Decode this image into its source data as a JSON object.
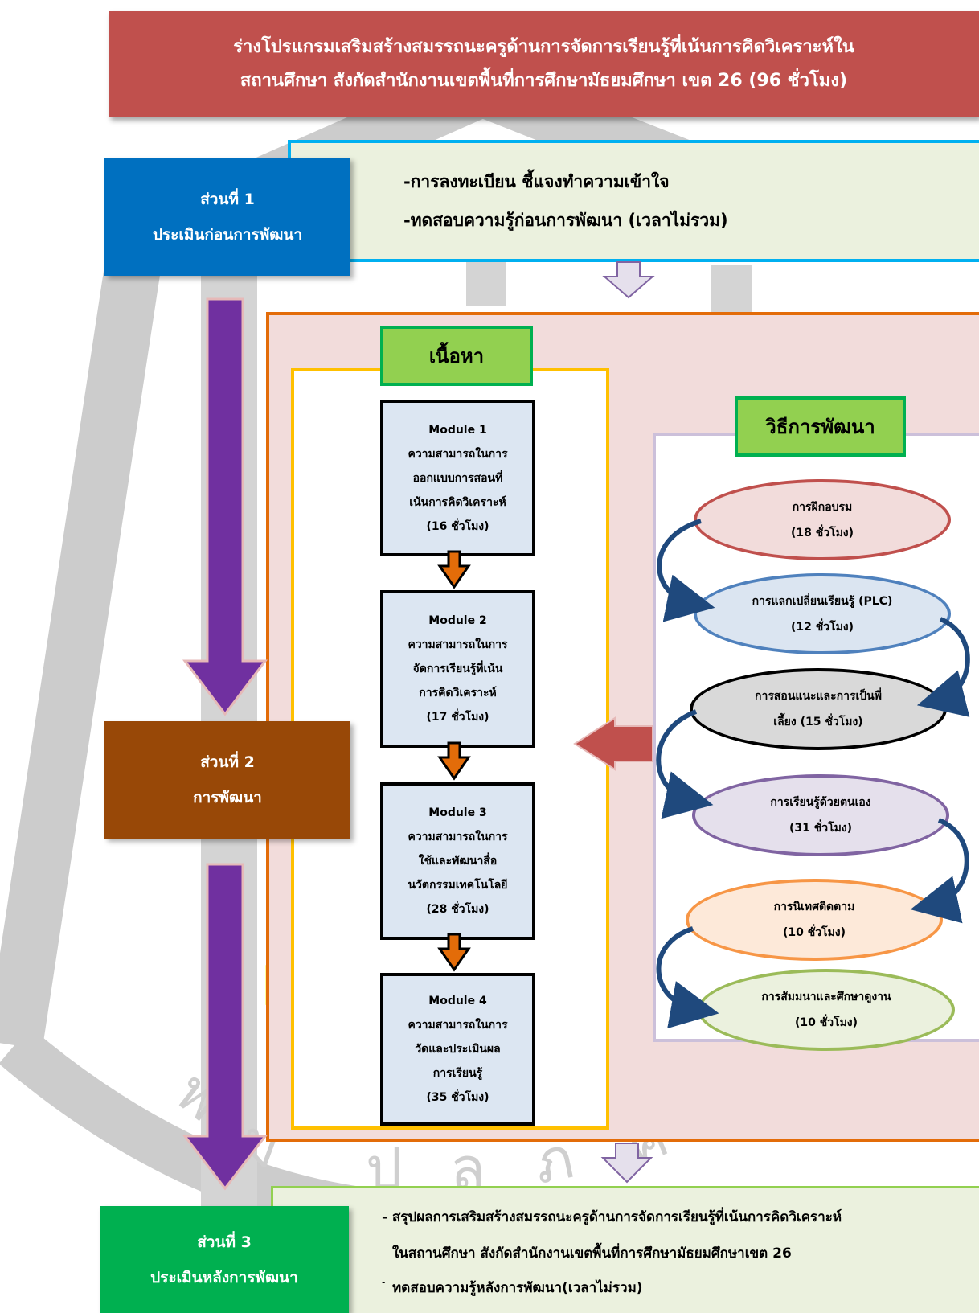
{
  "title": {
    "line1": "ร่างโปรแกรมเสริมสร้างสมรรถนะครูด้านการจัดการเรียนรู้ที่เน้นการคิดวิเคราะห์ใน",
    "line2": "สถานศึกษา สังกัดสำนักงานเขตพื้นที่การศึกษามัธยมศึกษา เขต 26 (96 ชั่วโมง)"
  },
  "part1": {
    "label": "ส่วนที่ 1",
    "name": "ประเมินก่อนการพัฒนา",
    "items": [
      "-การลงทะเบียน ชี้แจงทำความเข้าใจ",
      "-ทดสอบความรู้ก่อนการพัฒนา (เวลาไม่รวม)"
    ]
  },
  "part2": {
    "label": "ส่วนที่ 2",
    "name": "การพัฒนา",
    "content_header": "เนื้อหา",
    "methods_header": "วิธีการพัฒนา",
    "modules": [
      {
        "lines": [
          "Module 1",
          "ความสามารถในการ",
          "ออกแบบการสอนที่",
          "เน้นการคิดวิเคราะห์",
          "(16 ชั่วโมง)"
        ]
      },
      {
        "lines": [
          "Module 2",
          "ความสามารถในการ",
          "จัดการเรียนรู้ที่เน้น",
          "การคิดวิเคราะห์",
          "(17 ชั่วโมง)"
        ]
      },
      {
        "lines": [
          "Module 3",
          "ความสามารถในการ",
          "ใช้และพัฒนาสื่อ",
          "นวัตกรรมเทคโนโลยี",
          "(28 ชั่วโมง)"
        ]
      },
      {
        "lines": [
          "Module 4",
          "ความสามารถในการ",
          "วัดและประเมินผล",
          "การเรียนรู้",
          "(35 ชั่วโมง)"
        ]
      }
    ],
    "methods": [
      {
        "line1": "การฝึกอบรม",
        "line2": "(18 ชั่วโมง)",
        "fill": "#f2dcdb",
        "stroke": "#c0504d"
      },
      {
        "line1": "การแลกเปลี่ยนเรียนรู้ (PLC)",
        "line2": "(12 ชั่วโมง)",
        "fill": "#dbe5f1",
        "stroke": "#4f81bd"
      },
      {
        "line1": "การสอนแนะและการเป็นพี่",
        "line2": "เลี้ยง (15 ชั่วโมง)",
        "fill": "#d9d9d9",
        "stroke": "#000000"
      },
      {
        "line1": "การเรียนรู้ด้วยตนเอง",
        "line2": "(31 ชั่วโมง)",
        "fill": "#e5e0ec",
        "stroke": "#8064a2"
      },
      {
        "line1": "การนิเทศติดตาม",
        "line2": "(10 ชั่วโมง)",
        "fill": "#fde9d9",
        "stroke": "#f79646"
      },
      {
        "line1": "การสัมมนาและศึกษาดูงาน",
        "line2": "(10 ชั่วโมง)",
        "fill": "#ebf1de",
        "stroke": "#9bbb59"
      }
    ]
  },
  "part3": {
    "label": "ส่วนที่ 3",
    "name": "ประเมินหลังการพัฒนา",
    "item1_line1": "- สรุปผลการเสริมสร้างสมรรถนะครูด้านการจัดการเรียนรู้ที่เน้นการคิดวิเคราะห์",
    "item1_line2": "ในสถานศึกษา สังกัดสำนักงานเขตพื้นที่การศึกษามัธยมศึกษาเขต 26",
    "item2_bullet": "-",
    "item2_text": "ทดสอบความรู้หลังการพัฒนา(เวลาไม่รวม)"
  },
  "watermark": {
    "text1": "พ",
    "text2": "ม",
    "text3": "ป",
    "text4": "ล",
    "text5": "ภ",
    "text6": "ค"
  }
}
